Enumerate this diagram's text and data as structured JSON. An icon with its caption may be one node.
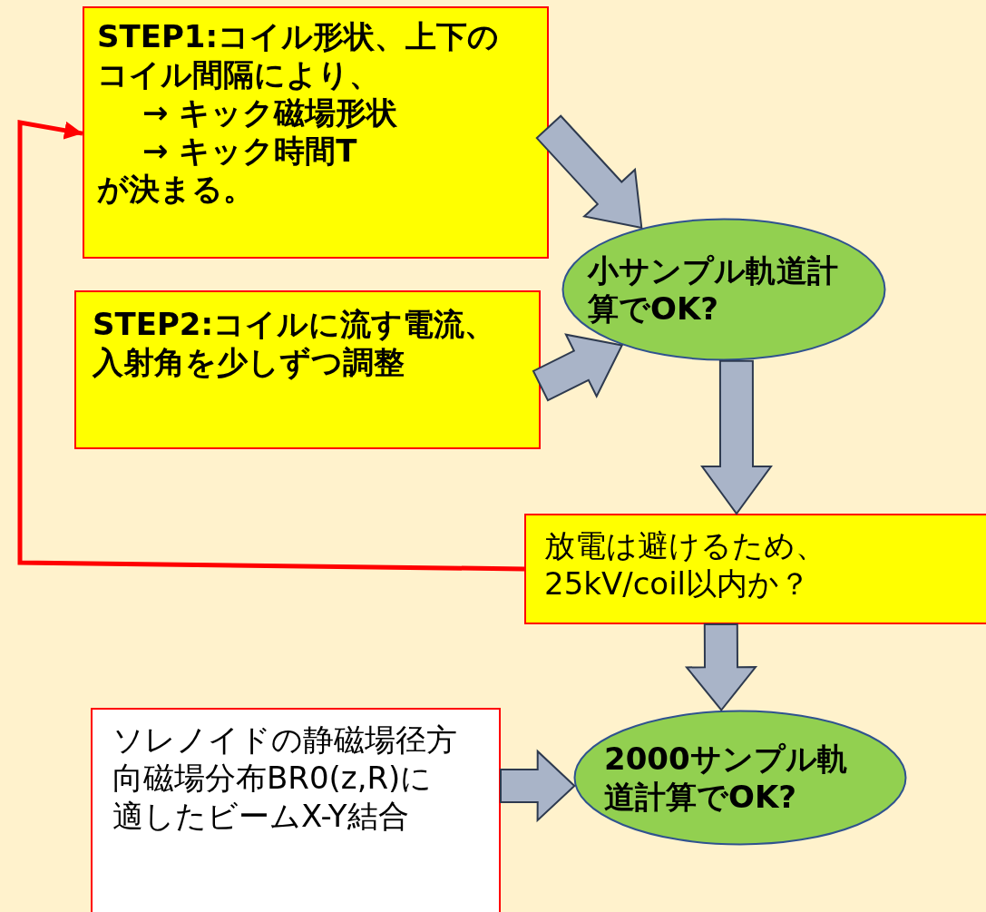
{
  "diagram": {
    "nodes": [
      {
        "text": [
          "STEP1:コイル形状、上下のコイル間隔により、",
          "→ キック磁場形状",
          "→ キック時間T",
          "が決まる。"
        ]
      },
      {
        "text": [
          "小サンプル軌道計算でOK?"
        ]
      },
      {
        "text": [
          "STEP2:コイルに流す電流、入射角を少しずつ調整"
        ]
      },
      {
        "text": [
          "放電は避けるため、25kV/coil以内か？"
        ]
      },
      {
        "text": [
          "ソレノイドの静磁場径方向磁場分布BR0(z,R)に適したビームX-Y結合"
        ]
      },
      {
        "text": [
          "2000サンプル軌道計算でOK?"
        ]
      }
    ],
    "edges": [
      {
        "from": 0,
        "to": 1,
        "arrow": "to"
      },
      {
        "from": 2,
        "to": 1,
        "arrow": "to"
      },
      {
        "from": 1,
        "to": 3,
        "arrow": "to"
      },
      {
        "from": 3,
        "to": 0,
        "arrow": "to",
        "color": "#ff0000"
      },
      {
        "from": 3,
        "to": 5,
        "arrow": "to"
      },
      {
        "from": 4,
        "to": 5,
        "arrow": "to"
      }
    ]
  }
}
